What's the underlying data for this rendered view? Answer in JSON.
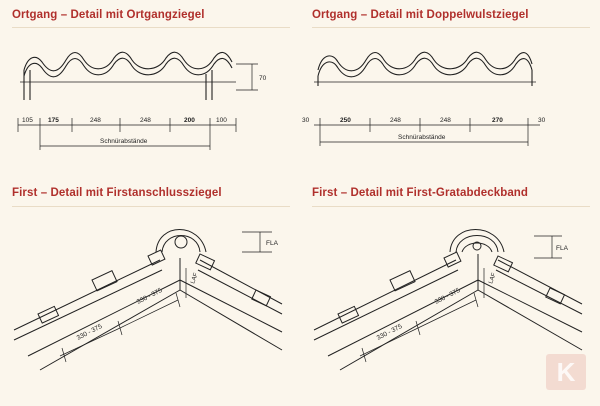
{
  "panels": [
    {
      "title": "Ortgang – Detail mit Ortgangziegel",
      "dims_top": [
        "105",
        "175",
        "248",
        "248",
        "200",
        "100"
      ],
      "height_label": "70",
      "span_label": "Schnürabstände"
    },
    {
      "title": "Ortgang – Detail mit Doppelwulstziegel",
      "dims_top": [
        "30",
        "250",
        "248",
        "248",
        "270",
        "30"
      ],
      "span_label": "Schnürabstände"
    },
    {
      "title": "First – Detail mit Firstanschlussziegel",
      "fla_label": "FLA",
      "laf_label": "LAF",
      "slope_dims": [
        "330 - 375",
        "330 - 375"
      ]
    },
    {
      "title": "First – Detail mit First-Gratabdeckband",
      "fla_label": "FLA",
      "laf_label": "LAF",
      "slope_dims": [
        "330 - 375",
        "330 - 375"
      ]
    }
  ],
  "logo_letter": "K"
}
